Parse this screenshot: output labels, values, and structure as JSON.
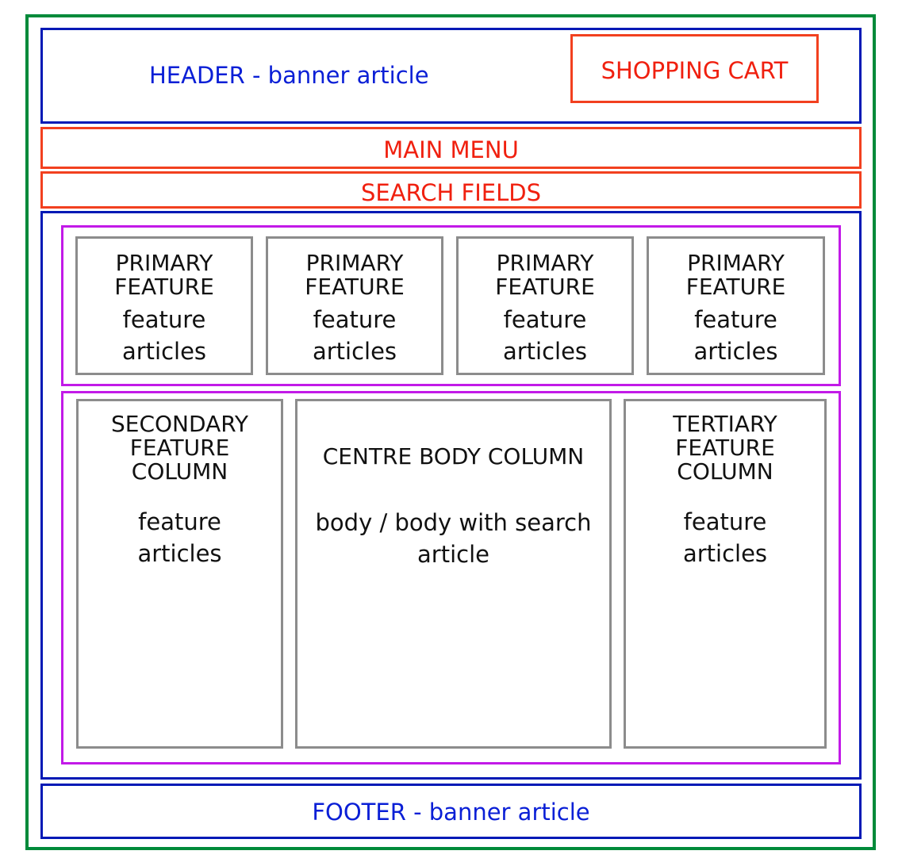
{
  "header": {
    "label": "HEADER - banner article"
  },
  "cart": {
    "label": "SHOPPING CART"
  },
  "menu": {
    "label": "MAIN MENU"
  },
  "search": {
    "label": "SEARCH FIELDS"
  },
  "primary": [
    {
      "title1": "PRIMARY",
      "title2": "FEATURE",
      "line1": "feature",
      "line2": "articles"
    },
    {
      "title1": "PRIMARY",
      "title2": "FEATURE",
      "line1": "feature",
      "line2": "articles"
    },
    {
      "title1": "PRIMARY",
      "title2": "FEATURE",
      "line1": "feature",
      "line2": "articles"
    },
    {
      "title1": "PRIMARY",
      "title2": "FEATURE",
      "line1": "feature",
      "line2": "articles"
    }
  ],
  "secondary": {
    "title1": "SECONDARY",
    "title2": "FEATURE",
    "title3": "COLUMN",
    "line1": "feature",
    "line2": "articles"
  },
  "centre": {
    "title": "CENTRE BODY COLUMN",
    "line1": "body / body with search",
    "line2": "article"
  },
  "tertiary": {
    "title1": "TERTIARY",
    "title2": "FEATURE",
    "title3": "COLUMN",
    "line1": "feature",
    "line2": "articles"
  },
  "footer": {
    "label": "FOOTER - banner article"
  },
  "colors": {
    "outer": "#008a3a",
    "blue": "#0019b5",
    "red": "#f2401f",
    "purple": "#c21ae8",
    "gray": "#8c8c8c"
  }
}
